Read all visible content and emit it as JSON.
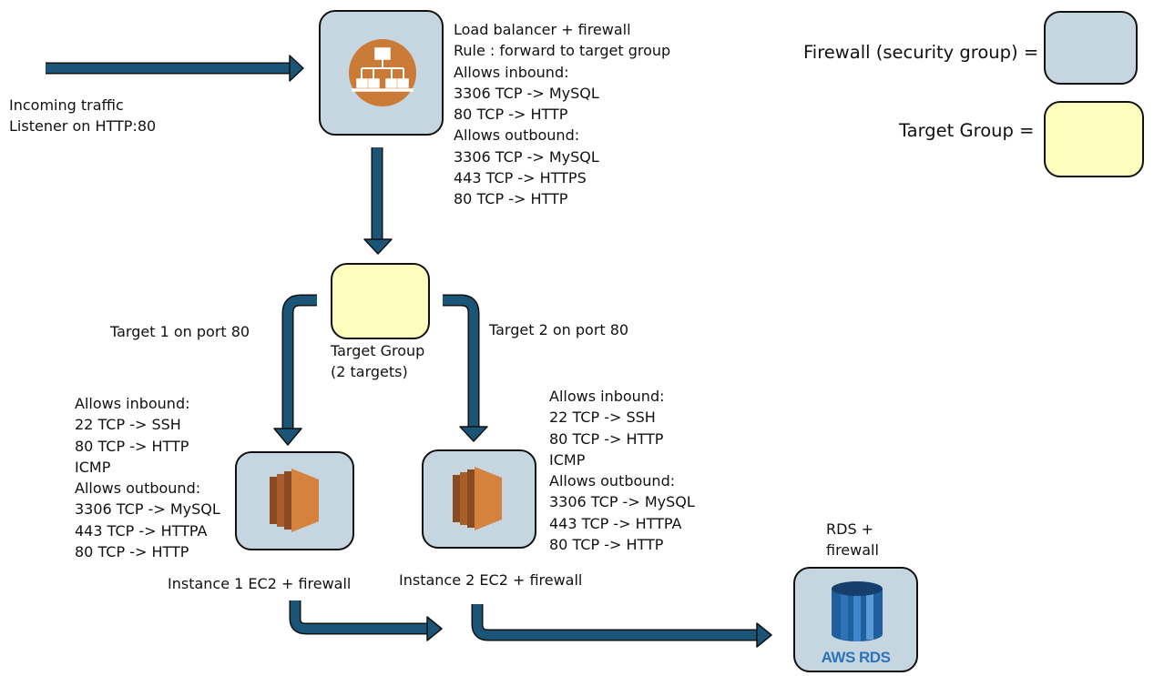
{
  "colors": {
    "security_group_fill": "#c6d6e0",
    "target_group_fill": "#fdfdbd",
    "arrow": "#1a5578",
    "alb_icon": "#cb7b38",
    "ec2_icon": "#d4823d",
    "rds_icon": "#2e73b8"
  },
  "icons": {
    "load_balancer": "application-load-balancer-icon",
    "ec2": "ec2-instance-icon",
    "rds": "aws-rds-icon"
  },
  "legend": {
    "firewall_label": "Firewall (security group) =",
    "target_group_label": "Target Group ="
  },
  "incoming": {
    "lines": [
      "Incoming traffic",
      "Listener on HTTP:80"
    ]
  },
  "load_balancer": {
    "lines": [
      "Load balancer + firewall",
      "Rule : forward to target group",
      "Allows inbound:",
      "3306 TCP -> MySQL",
      "80 TCP -> HTTP",
      "Allows outbound:",
      "3306 TCP -> MySQL",
      "443 TCP -> HTTPS",
      "80 TCP -> HTTP"
    ]
  },
  "target_group": {
    "lines": [
      "Target Group",
      "(2 targets)"
    ]
  },
  "target1_label": "Target 1 on port 80",
  "target2_label": "Target 2 on port 80",
  "instance1": {
    "rules": [
      "Allows inbound:",
      "22 TCP -> SSH",
      "80 TCP -> HTTP",
      "ICMP",
      "Allows outbound:",
      "3306 TCP -> MySQL",
      "443 TCP -> HTTPA",
      "80 TCP -> HTTP"
    ],
    "caption": "Instance 1 EC2 + firewall"
  },
  "instance2": {
    "rules": [
      "Allows inbound:",
      "22 TCP -> SSH",
      "80 TCP -> HTTP",
      "ICMP",
      "Allows outbound:",
      "3306 TCP -> MySQL",
      "443 TCP -> HTTPA",
      "80 TCP -> HTTP"
    ],
    "caption": "Instance 2 EC2 + firewall"
  },
  "rds": {
    "lines": [
      "RDS +",
      "firewall"
    ],
    "logo_text": "AWS RDS"
  }
}
